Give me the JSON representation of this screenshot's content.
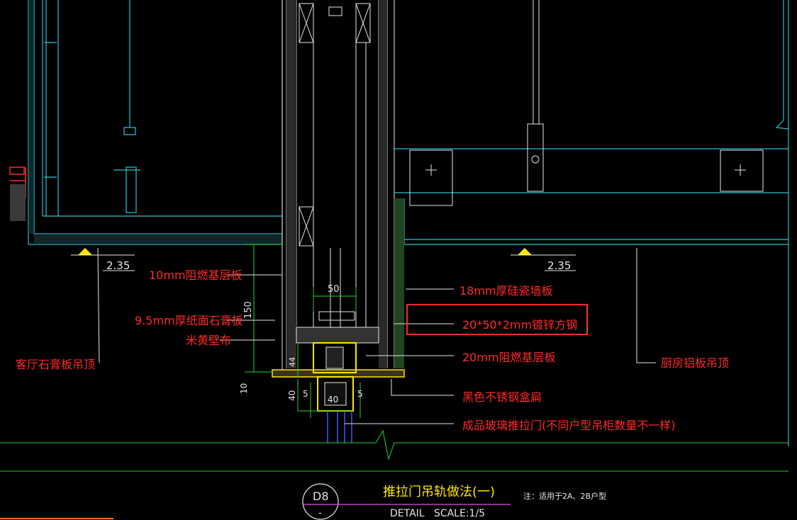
{
  "drawing": {
    "level_left": "2.35",
    "level_right": "2.35",
    "dim_50": "50",
    "dim_150": "150",
    "dim_44": "44",
    "dim_10": "10",
    "dim_40_v": "40",
    "dim_5_l": "5",
    "dim_40_h": "40",
    "dim_5_r": "5"
  },
  "annotations": {
    "a1": "10mm阻燃基层板",
    "a2": "9.5mm厚纸面石膏板",
    "a3": "米黄壁布",
    "a4": "客厅石膏板吊顶",
    "a5": "18mm厚硅瓷墙板",
    "a6": "20*50*2mm镀锌方钢",
    "a7": "20mm阻燃基层板",
    "a8": "黑色不锈钢盒扁",
    "a9": "成品玻璃推拉门(不同户型吊柜数量不一样)",
    "a10": "厨房铝板吊顶"
  },
  "title_block": {
    "symbol_top": "D8",
    "symbol_bottom": "-",
    "title": "推拉门吊轨做法(一)",
    "note": "注：适用于2A、2B户型",
    "scale": "DETAIL   SCALE:1/5"
  },
  "colors": {
    "background": "#000000",
    "cyan": "#27c3d4",
    "white": "#e6e6e6",
    "red": "#ff2a2a",
    "yellow": "#ffe600",
    "green": "#2bd12b",
    "blue": "#3b5bff"
  }
}
